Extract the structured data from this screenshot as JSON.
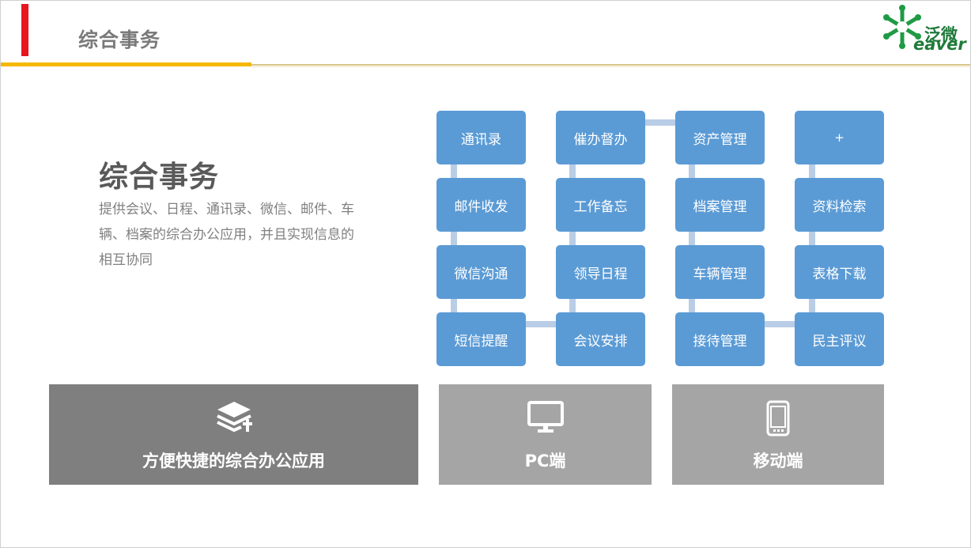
{
  "header": {
    "title": "综合事务"
  },
  "logo": {
    "cn": "泛微",
    "en": "eaver",
    "color": "#1f7a3a"
  },
  "intro": {
    "title": "综合事务",
    "description": "提供会议、日程、通讯录、微信、邮件、车辆、档案的综合办公应用，并且实现信息的相互协同"
  },
  "modules": {
    "col1": [
      "通讯录",
      "邮件收发",
      "微信沟通",
      "短信提醒"
    ],
    "col2": [
      "催办督办",
      "工作备忘",
      "领导日程",
      "会议安排"
    ],
    "col3": [
      "资产管理",
      "档案管理",
      "车辆管理",
      "接待管理"
    ],
    "col4": [
      "+",
      "资料检索",
      "表格下载",
      "民主评议"
    ]
  },
  "cards": [
    {
      "label": "方便快捷的综合办公应用",
      "icon": "layers-icon"
    },
    {
      "label": "PC端",
      "icon": "monitor-icon"
    },
    {
      "label": "移动端",
      "icon": "mobile-phone-icon"
    }
  ],
  "colors": {
    "accent_red": "#e8161e",
    "accent_orange": "#f5b800",
    "module_blue": "#5b9bd5",
    "connector": "#b9cde6",
    "card_dark": "#7f7f7f",
    "card_light": "#a5a5a5"
  }
}
